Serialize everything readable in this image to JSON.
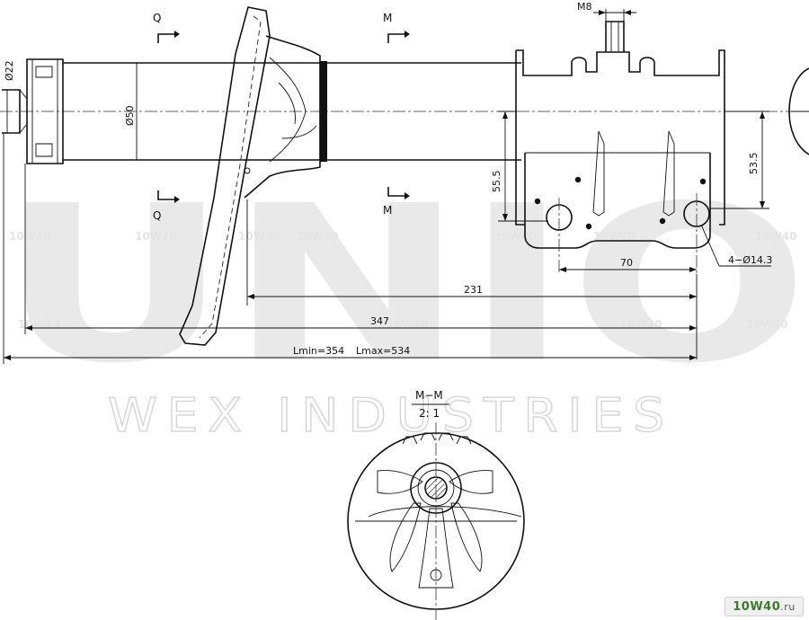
{
  "watermark": {
    "brand": "UNIO",
    "company": "WEX INDUSTRIES",
    "site": "10W40"
  },
  "labels": {
    "section_q_top": "Q",
    "section_q_bottom": "Q",
    "section_m_top": "M",
    "section_m_bottom": "M",
    "thread": "M8",
    "dia_22": "Ø22",
    "dia_50": "Ø50",
    "dim_55_5": "55.5",
    "dim_53_5": "53.5",
    "dim_70": "70",
    "holes": "4−Ø14.3",
    "dim_231": "231",
    "dim_347": "347",
    "lmin": "Lmin=354",
    "lmax": "Lmax=534",
    "section_title": "M−M",
    "section_scale": "2: 1"
  },
  "logo": {
    "name": "10W40",
    "suffix": ".ru"
  }
}
